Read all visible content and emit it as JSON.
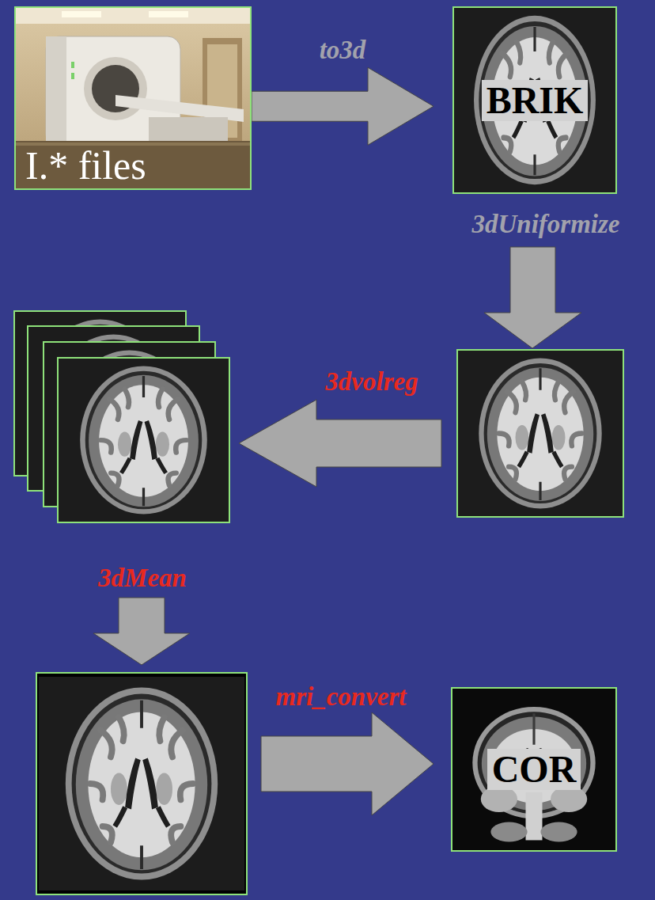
{
  "diagram": {
    "nodes": [
      {
        "text": [
          "I.* files"
        ]
      },
      {
        "text": [
          "BRIK"
        ]
      },
      {
        "text": [
          "COR"
        ]
      }
    ],
    "edges": [
      {
        "from": 0,
        "to": 1,
        "arrow": "to",
        "label": "to3d"
      }
    ],
    "labels": [
      "3dUniformize",
      "3dvolreg",
      "3dMean",
      "mri_convert"
    ]
  }
}
